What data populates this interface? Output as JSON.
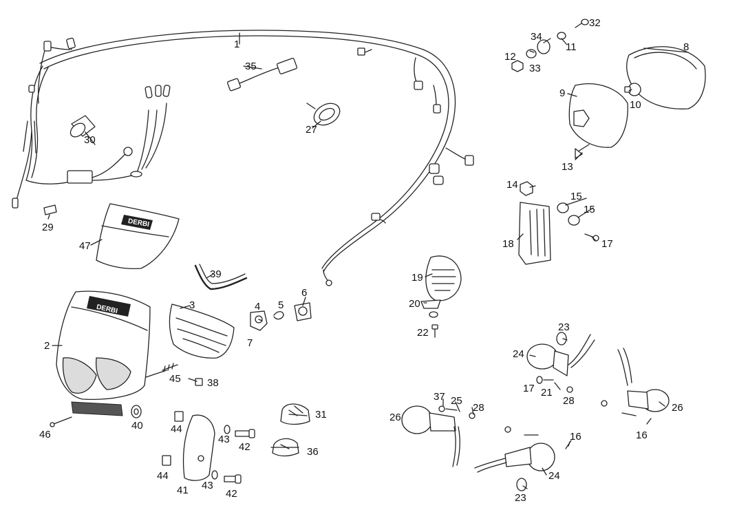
{
  "brand_text": "DERBI",
  "line_color": "#222222",
  "background": "#ffffff",
  "callouts": [
    {
      "id": "1",
      "label": "1"
    },
    {
      "id": "2",
      "label": "2"
    },
    {
      "id": "3",
      "label": "3"
    },
    {
      "id": "4",
      "label": "4"
    },
    {
      "id": "5",
      "label": "5"
    },
    {
      "id": "6",
      "label": "6"
    },
    {
      "id": "7",
      "label": "7"
    },
    {
      "id": "8",
      "label": "8"
    },
    {
      "id": "9",
      "label": "9"
    },
    {
      "id": "10",
      "label": "10"
    },
    {
      "id": "11",
      "label": "11"
    },
    {
      "id": "12",
      "label": "12"
    },
    {
      "id": "13",
      "label": "13"
    },
    {
      "id": "14",
      "label": "14"
    },
    {
      "id": "15a",
      "label": "15"
    },
    {
      "id": "15b",
      "label": "15"
    },
    {
      "id": "16a",
      "label": "16"
    },
    {
      "id": "16b",
      "label": "16"
    },
    {
      "id": "17a",
      "label": "17"
    },
    {
      "id": "17b",
      "label": "17"
    },
    {
      "id": "18",
      "label": "18"
    },
    {
      "id": "19",
      "label": "19"
    },
    {
      "id": "20",
      "label": "20"
    },
    {
      "id": "21",
      "label": "21"
    },
    {
      "id": "22",
      "label": "22"
    },
    {
      "id": "23a",
      "label": "23"
    },
    {
      "id": "23b",
      "label": "23"
    },
    {
      "id": "24a",
      "label": "24"
    },
    {
      "id": "24b",
      "label": "24"
    },
    {
      "id": "25",
      "label": "25"
    },
    {
      "id": "26a",
      "label": "26"
    },
    {
      "id": "26b",
      "label": "26"
    },
    {
      "id": "27",
      "label": "27"
    },
    {
      "id": "28a",
      "label": "28"
    },
    {
      "id": "28b",
      "label": "28"
    },
    {
      "id": "29",
      "label": "29"
    },
    {
      "id": "30",
      "label": "30"
    },
    {
      "id": "31",
      "label": "31"
    },
    {
      "id": "32",
      "label": "32"
    },
    {
      "id": "33",
      "label": "33"
    },
    {
      "id": "34",
      "label": "34"
    },
    {
      "id": "35",
      "label": "35"
    },
    {
      "id": "36",
      "label": "36"
    },
    {
      "id": "37",
      "label": "37"
    },
    {
      "id": "38",
      "label": "38"
    },
    {
      "id": "39",
      "label": "39"
    },
    {
      "id": "40",
      "label": "40"
    },
    {
      "id": "41",
      "label": "41"
    },
    {
      "id": "42a",
      "label": "42"
    },
    {
      "id": "42b",
      "label": "42"
    },
    {
      "id": "43a",
      "label": "43"
    },
    {
      "id": "43b",
      "label": "43"
    },
    {
      "id": "44a",
      "label": "44"
    },
    {
      "id": "44b",
      "label": "44"
    },
    {
      "id": "45",
      "label": "45"
    },
    {
      "id": "46",
      "label": "46"
    },
    {
      "id": "47",
      "label": "47"
    }
  ]
}
